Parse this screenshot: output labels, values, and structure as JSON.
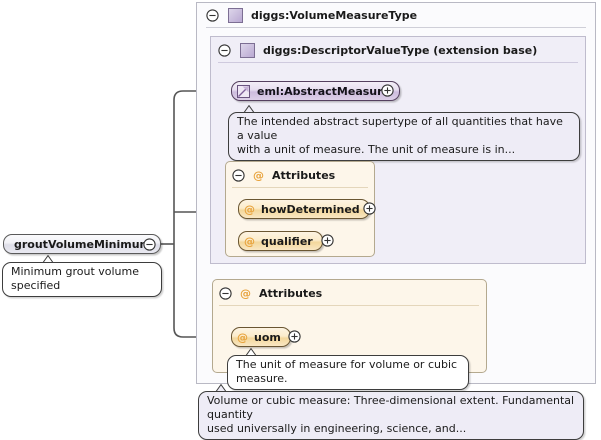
{
  "diagram": {
    "kind": "xsd-schema-element-diagram",
    "root_element": {
      "name": "groutVolumeMinimum",
      "toggle": "minus",
      "documentation": "Minimum grout volume specified"
    },
    "outer_type": {
      "label": "diggs:VolumeMeasureType",
      "toggle": "minus",
      "icon": "type-square-icon"
    },
    "extension_base": {
      "label": "diggs:DescriptorValueType (extension base)",
      "toggle": "minus",
      "icon": "type-square-icon"
    },
    "abstract_element": {
      "label": "eml:AbstractMeasure",
      "toggle": "plus",
      "icon": "abstract-element-icon",
      "documentation": "The intended abstract supertype of all quantities that have a value\nwith a unit of measure. The unit of measure is in..."
    },
    "attributes_group_1": {
      "label": "Attributes",
      "toggle": "minus",
      "icon": "at-icon",
      "attributes": [
        {
          "name": "howDetermined",
          "toggle": "plus",
          "icon": "at-icon"
        },
        {
          "name": "qualifier",
          "toggle": "plus",
          "icon": "at-icon"
        }
      ]
    },
    "attributes_group_2": {
      "label": "Attributes",
      "toggle": "minus",
      "icon": "at-icon",
      "attributes": [
        {
          "name": "uom",
          "toggle": "plus",
          "icon": "at-icon",
          "documentation": "The unit of measure for volume or cubic measure."
        }
      ]
    },
    "type_documentation": "Volume or cubic measure: Three-dimensional extent. Fundamental quantity\nused universally in engineering, science, and...",
    "colors": {
      "element_fill": "#e9e9f1",
      "abstract_fill": "#ddd0e8",
      "attribute_fill": "#f9e7c3",
      "attribute_accent": "#e8a33d",
      "outer_box_fill": "#fbfbfd",
      "inner_box_fill": "#f0eef7",
      "attr_box_fill": "#fdf6ea",
      "connector_stroke": "#555555",
      "balloon_lavender": "#eeecf6",
      "balloon_white": "#ffffff"
    }
  }
}
